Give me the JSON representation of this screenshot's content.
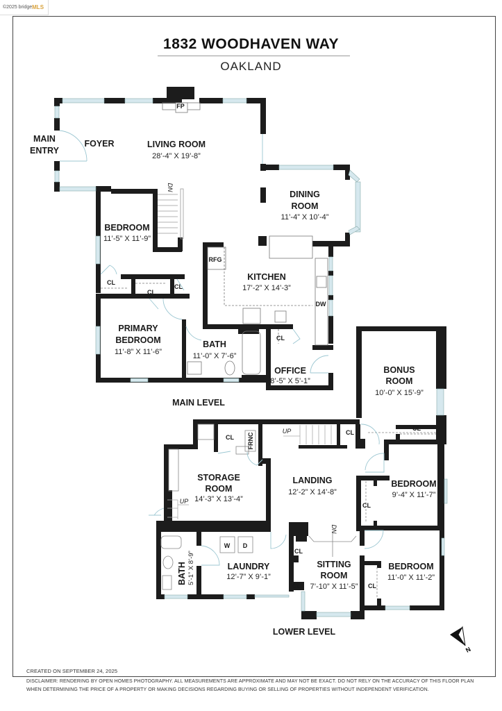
{
  "watermark": {
    "copyright": "©2025 bridge",
    "brand": "MLS"
  },
  "header": {
    "address": "1832 WOODHAVEN WAY",
    "city": "OAKLAND"
  },
  "levels": {
    "main": {
      "label": "MAIN LEVEL",
      "entry": {
        "line1": "MAIN",
        "line2": "ENTRY"
      },
      "rooms": [
        {
          "name": "FOYER",
          "dims": ""
        },
        {
          "name": "LIVING ROOM",
          "dims": "28’-4” X 19’-8”"
        },
        {
          "name": "DINING ROOM",
          "line1": "DINING",
          "line2": "ROOM",
          "dims": "11’-4” X 10’-4”"
        },
        {
          "name": "BEDROOM",
          "dims": "11’-5” X 11’-9”"
        },
        {
          "name": "KITCHEN",
          "dims": "17’-2” X 14’-3”"
        },
        {
          "name": "PRIMARY BEDROOM",
          "line1": "PRIMARY",
          "line2": "BEDROOM",
          "dims": "11’-8” X 11’-6”"
        },
        {
          "name": "BATH",
          "dims": "11’-0” X 7’-6”"
        },
        {
          "name": "OFFICE",
          "dims": "8’-5” X 5’-1”"
        },
        {
          "name": "BONUS ROOM",
          "line1": "BONUS",
          "line2": "ROOM",
          "dims": "10’-0” X 15’-9”"
        }
      ],
      "fixtures": {
        "fireplace": "FP",
        "refrigerator": "RFG",
        "dishwasher": "DW",
        "stairs": "DN",
        "closet": "CL"
      }
    },
    "lower": {
      "label": "LOWER LEVEL",
      "rooms": [
        {
          "name": "STORAGE ROOM",
          "line1": "STORAGE",
          "line2": "ROOM",
          "dims": "14’-3” X 13’-4”"
        },
        {
          "name": "LANDING",
          "dims": "12’-2” X 14’-8”"
        },
        {
          "name": "BEDROOM",
          "dims": "9’-4” X 11’-7”"
        },
        {
          "name": "LAUNDRY",
          "dims": "12’-7” X 9’-1”"
        },
        {
          "name": "BATH",
          "dims": "5’-1” X 8’-9”"
        },
        {
          "name": "SITTING ROOM",
          "line1": "SITTING",
          "line2": "ROOM",
          "dims": "7’-10” X 11’-5”"
        },
        {
          "name": "BEDROOM",
          "dims": "11’-0” X 11’-2”"
        }
      ],
      "fixtures": {
        "furnace": "FRNC",
        "washer": "W",
        "dryer": "D",
        "stairs_up": "UP",
        "stairs_down": "DN",
        "closet": "CL"
      }
    }
  },
  "compass": {
    "label": "N"
  },
  "footer": {
    "created": "CREATED ON SEPTEMBER 24, 2025",
    "disclaimer_line1": "DISCLAIMER: RENDERING BY OPEN HOMES PHOTOGRAPHY. ALL MEASUREMENTS ARE APPROXIMATE AND MAY NOT BE EXACT. DO NOT RELY ON THE ACCURACY OF THIS FLOOR PLAN",
    "disclaimer_line2": "WHEN DETERMINING THE PRICE OF A PROPERTY OR MAKING DECISIONS REGARDING BUYING OR SELLING OF PROPERTIES WITHOUT INDEPENDENT VERIFICATION."
  },
  "colors": {
    "wall": "#1c1c1c",
    "window": "#cfe3ea",
    "door": "#9cc7d2",
    "text": "#1a1a1a"
  }
}
